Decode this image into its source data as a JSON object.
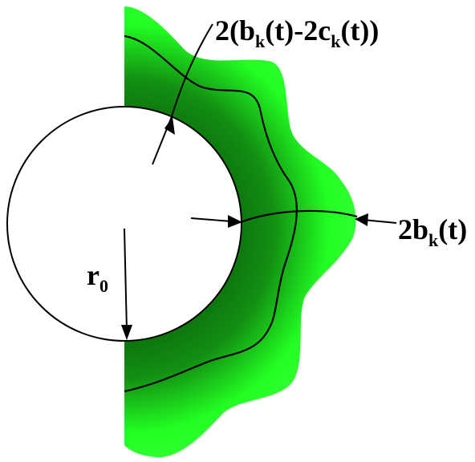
{
  "labels": {
    "radius": {
      "main": "r",
      "sub": "0"
    },
    "inner_width": {
      "p1": "2(b",
      "s1": "k",
      "p2": "(t)-2c",
      "s2": "k",
      "p3": "(t))"
    },
    "outer_width": {
      "p1": "2b",
      "s1": "k",
      "p2": "(t)"
    }
  },
  "colors": {
    "shell_light": "#22ff22",
    "shell_dark": "#0c6d0c",
    "background": "#ffffff",
    "line": "#000000"
  }
}
